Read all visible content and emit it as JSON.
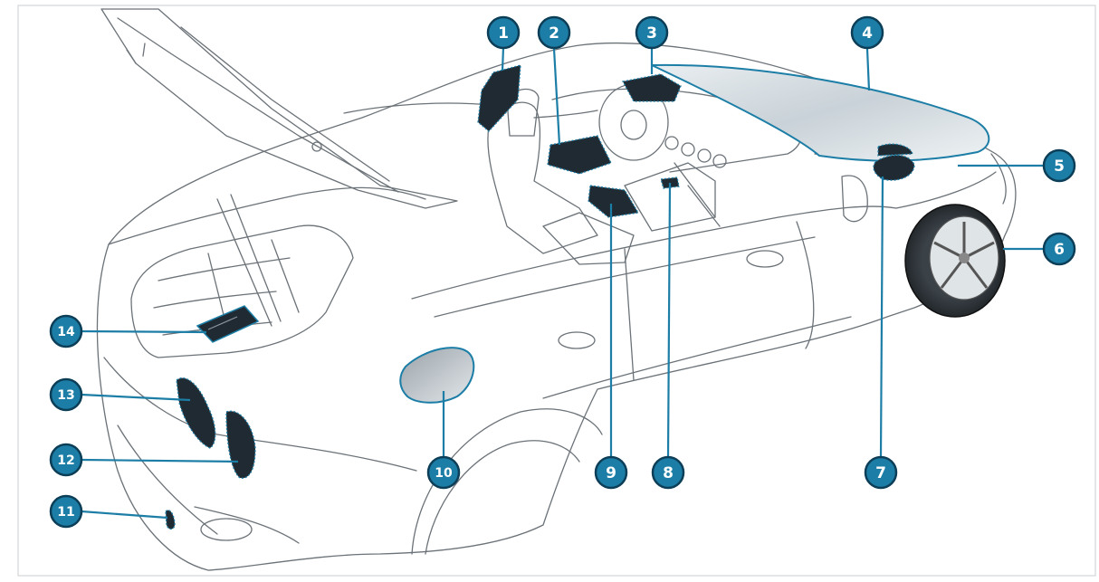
{
  "diagram": {
    "colors": {
      "callout_fill": "#1c7ea6",
      "callout_ring": "#0d3e57",
      "leader": "#1c7ea6",
      "line_art": "#6b7278",
      "highlight": "#1f2a33"
    },
    "callouts": [
      {
        "label": "1"
      },
      {
        "label": "2"
      },
      {
        "label": "3"
      },
      {
        "label": "4"
      },
      {
        "label": "5"
      },
      {
        "label": "6"
      },
      {
        "label": "7"
      },
      {
        "label": "8"
      },
      {
        "label": "9"
      },
      {
        "label": "10"
      },
      {
        "label": "11"
      },
      {
        "label": "12"
      },
      {
        "label": "13"
      },
      {
        "label": "14"
      }
    ]
  }
}
